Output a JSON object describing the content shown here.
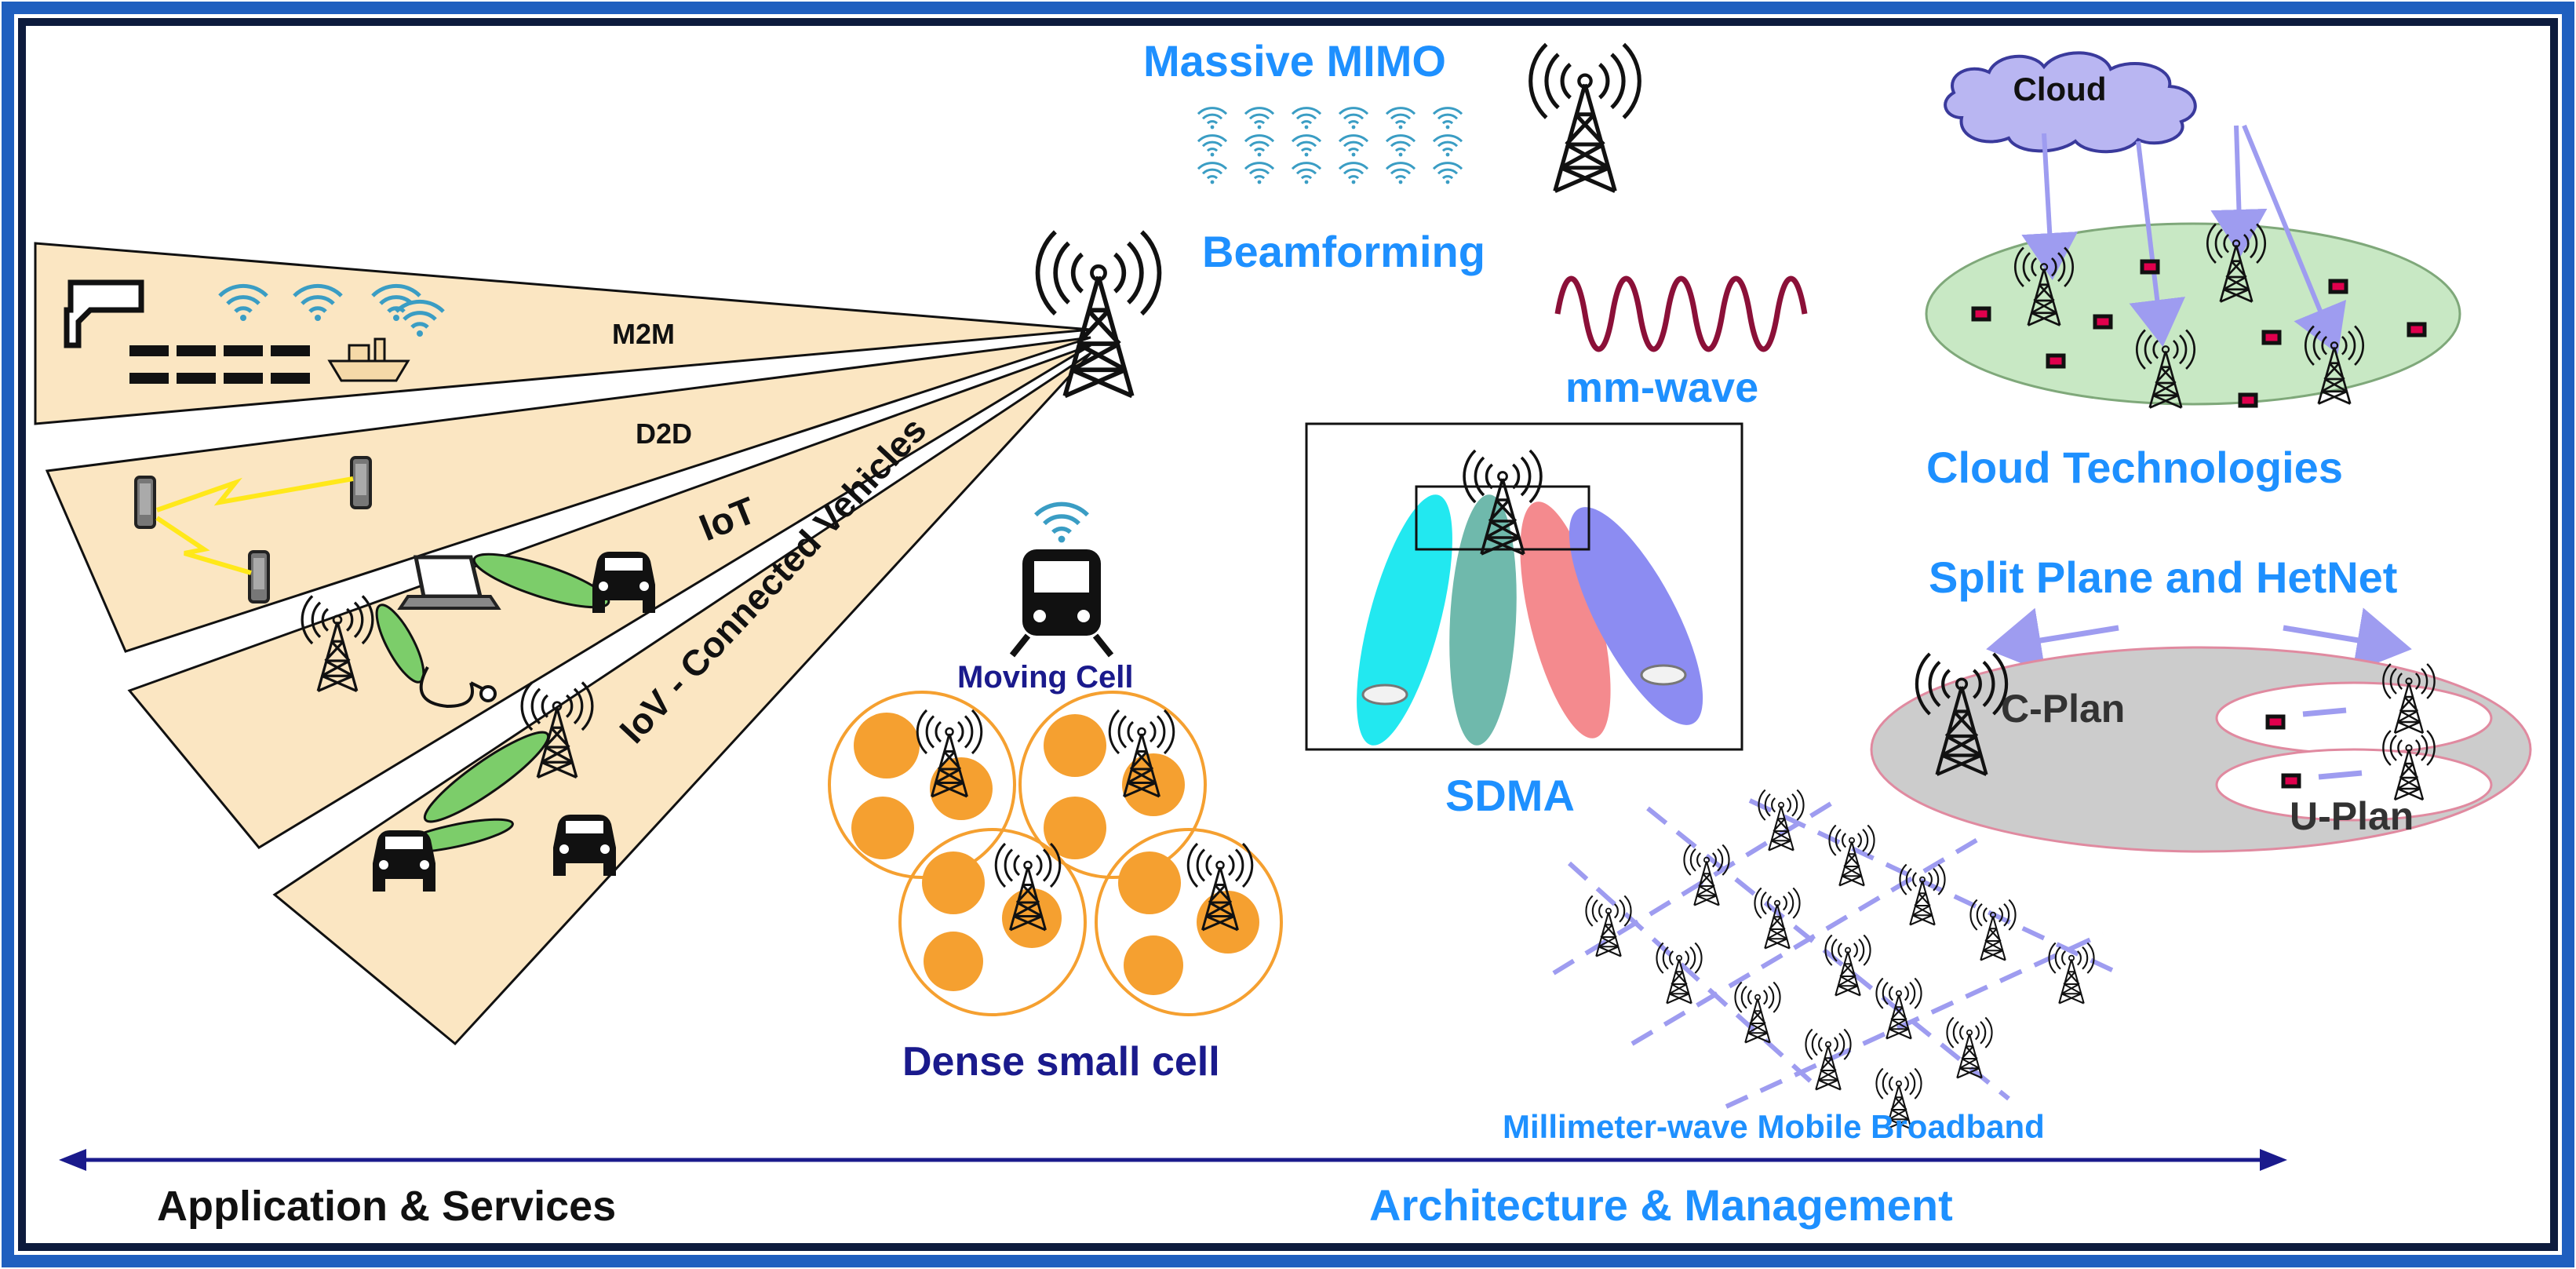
{
  "labels": {
    "massive_mimo": "Massive MIMO",
    "beamforming": "Beamforming",
    "mm_wave": "mm-wave",
    "sdma": "SDMA",
    "cloud": "Cloud",
    "cloud_technologies": "Cloud Technologies",
    "split_plane": "Split Plane and HetNet",
    "c_plan": "C-Plan",
    "u_plan": "U-Plan",
    "m2m": "M2M",
    "d2d": "D2D",
    "iot": "IoT",
    "iov": "IoV - Connected Vehicles",
    "moving_cell": "Moving Cell",
    "dense_small_cell": "Dense small cell",
    "mm_wave_broadband": "Millimeter-wave Mobile Broadband",
    "application_services": "Application & Services",
    "architecture_management": "Architecture & Management"
  },
  "colors": {
    "frame_blue": "#1f5fbf",
    "label_blue": "#1e90ff",
    "navy": "#1a1a8c",
    "fan_fill": "#fbe6c2",
    "beam_green": "#7ccd6a",
    "orange": "#f5a030",
    "cloud_purple": "#b9b6f2",
    "cloud_ellipse": "#c8e8c4",
    "arrow_lavender": "#9e9cf0",
    "hetnet_gray": "#cccccc",
    "wave_maroon": "#8b1038",
    "sdma_cyan": "#22e8f0",
    "sdma_teal": "#6fb9ac",
    "sdma_pink": "#f48a8e",
    "sdma_violet": "#8c8cf2"
  },
  "icons": [
    "wifi-icon",
    "tower-icon",
    "train-icon",
    "car-icon",
    "phone-icon",
    "laptop-icon",
    "stethoscope-icon",
    "cctv-camera-icon",
    "ship-icon",
    "cloud-icon"
  ]
}
